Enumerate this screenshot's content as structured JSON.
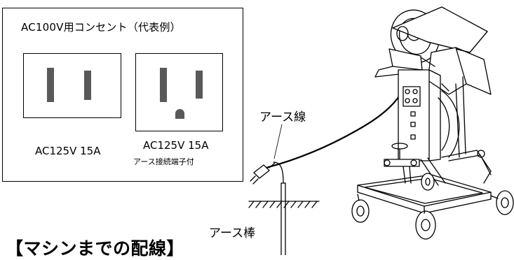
{
  "outlet_panel": {
    "title": "AC100V用コンセント（代表例）",
    "outlet_left_caption": "AC125V 15A",
    "outlet_right_caption": "AC125V 15A",
    "outlet_right_note": "アース接続端子付"
  },
  "labels": {
    "ground_wire": "アース線",
    "ground_rod": "アース棒"
  },
  "heading": "【マシンまでの配線】"
}
